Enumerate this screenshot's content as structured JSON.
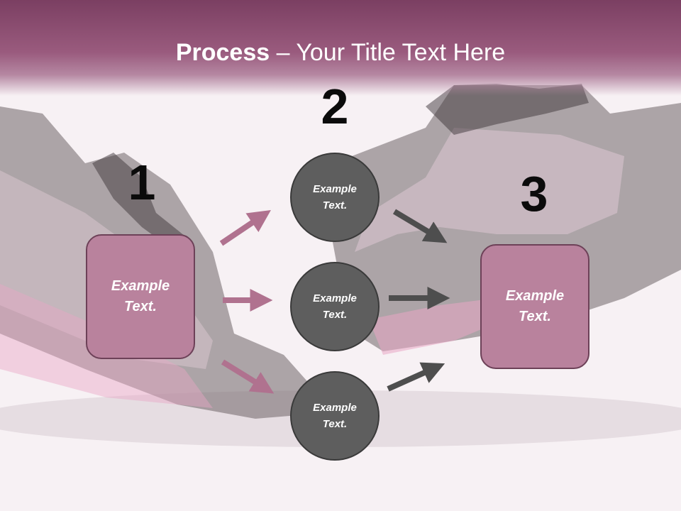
{
  "title": {
    "bold": "Process",
    "rest": " – Your Title Text Here"
  },
  "steps": [
    "1",
    "2",
    "3"
  ],
  "left_box": {
    "text": "Example Text."
  },
  "right_box": {
    "text": "Example Text."
  },
  "circles": [
    {
      "text": "Example Text."
    },
    {
      "text": "Example Text."
    },
    {
      "text": "Example Text."
    }
  ],
  "colors": {
    "header": "#8b4a6e",
    "box_fill": "#b9829d",
    "circle_fill": "#5e5e5e",
    "pink_arrow": "#b0728f",
    "dark_arrow": "#4e4e4e"
  },
  "icons": [
    "sneaker-left-image",
    "sneaker-right-image",
    "arrow-pink",
    "arrow-dark"
  ]
}
